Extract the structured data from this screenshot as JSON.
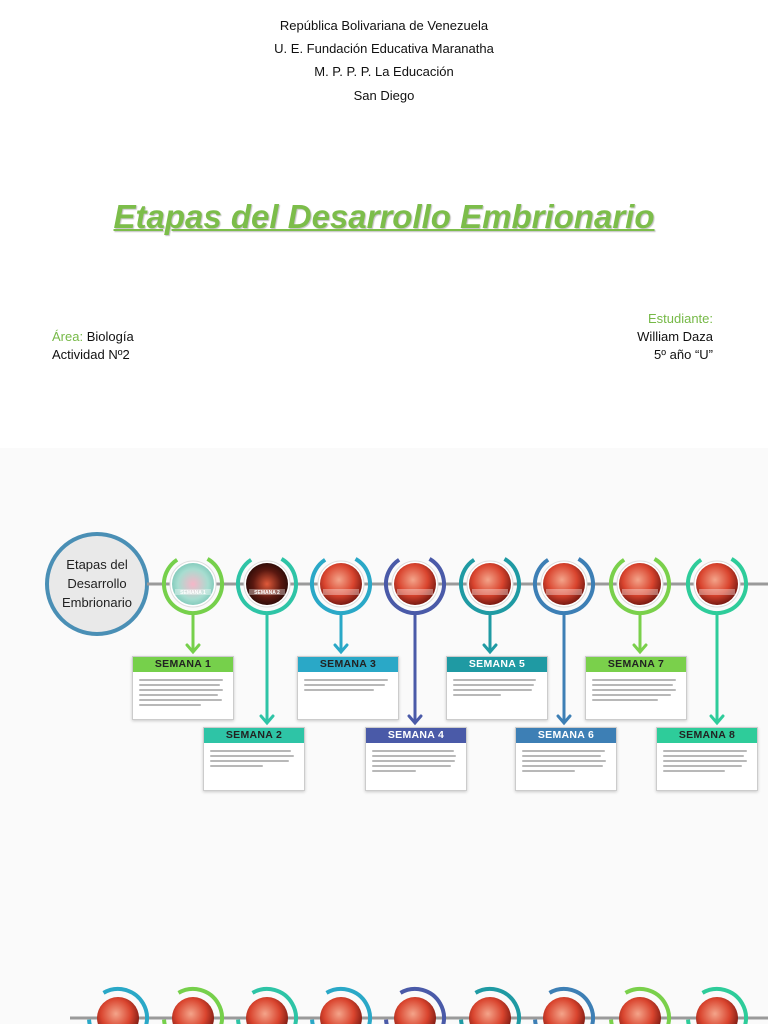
{
  "header": {
    "line1": "República Bolivariana de Venezuela",
    "line2": "U. E. Fundación Educativa Maranatha",
    "line3": "M. P. P. P. La Educación",
    "line4": "San Diego"
  },
  "title": "Etapas del Desarrollo Embrionario",
  "left_info": {
    "area_label": "Área:",
    "area_value": "Biología",
    "activity": "Actividad Nº2"
  },
  "right_info": {
    "student_label": "Estudiante:",
    "student_name": "William Daza",
    "grade": "5º año “U”"
  },
  "infographic": {
    "center_title_lines": [
      "Etapas del",
      "Desarrollo",
      "Embrionario"
    ],
    "node_labels": [
      "SEMANA 1",
      "SEMANA 2"
    ],
    "weeks": [
      {
        "label": "SEMANA 1",
        "color": "#76d04b"
      },
      {
        "label": "SEMANA 2",
        "color": "#2ec4a6"
      },
      {
        "label": "SEMANA 3",
        "color": "#2aa8c7"
      },
      {
        "label": "SEMANA 4",
        "color": "#4a5aa8"
      },
      {
        "label": "SEMANA 5",
        "color": "#1f9aa3"
      },
      {
        "label": "SEMANA 6",
        "color": "#3d7fb5"
      },
      {
        "label": "SEMANA 7",
        "color": "#7ad04b"
      },
      {
        "label": "SEMANA 8",
        "color": "#2ecc9a"
      }
    ]
  }
}
